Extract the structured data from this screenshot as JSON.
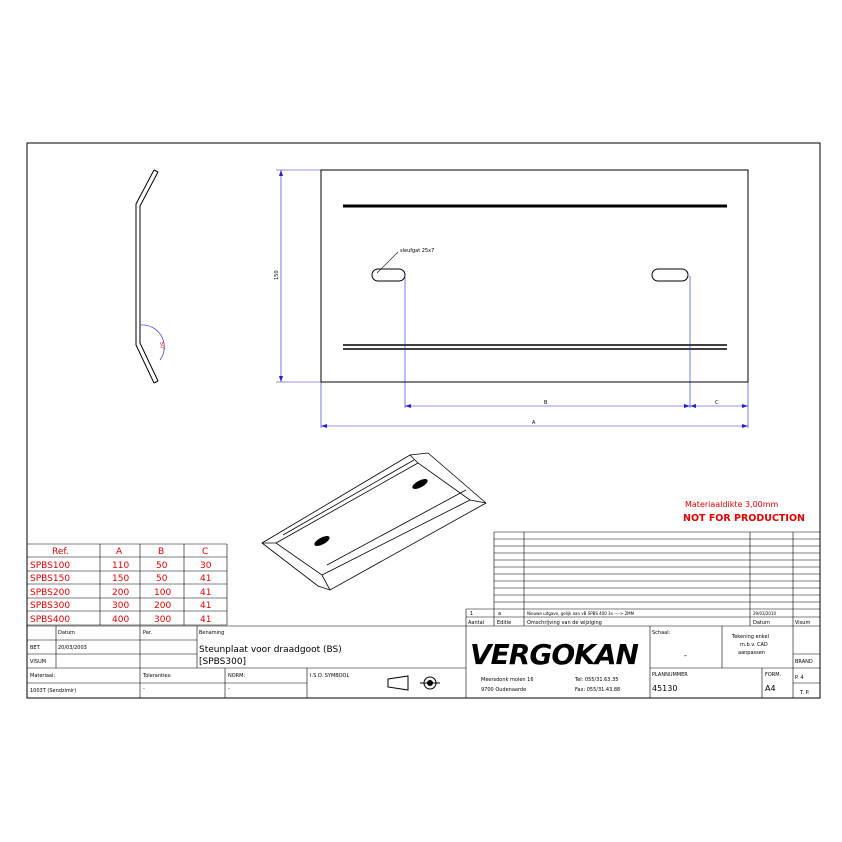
{
  "drawing": {
    "dim_height": "150",
    "dim_a": "A",
    "dim_b": "B",
    "dim_c": "C",
    "angle": "50°",
    "slot_note": "sleufgat 25x7",
    "material_thickness": "Materiaaldikte 3,00mm",
    "not_for_production": "NOT FOR PRODUCTION"
  },
  "ref_table": {
    "headers": [
      "Ref.",
      "A",
      "B",
      "C"
    ],
    "rows": [
      [
        "SPBS100",
        "110",
        "50",
        "30"
      ],
      [
        "SPBS150",
        "150",
        "50",
        "41"
      ],
      [
        "SPBS200",
        "200",
        "100",
        "41"
      ],
      [
        "SPBS300",
        "300",
        "200",
        "41"
      ],
      [
        "SPBS400",
        "400",
        "300",
        "41"
      ]
    ]
  },
  "revision": {
    "row": {
      "aantal": "1",
      "editie": "a",
      "omschrijving": "Nieuwe uitgave, gelijk aan vB SPBS 400 3x ----> 2MM",
      "datum": "29/03/2010",
      "visum": ""
    },
    "headers": {
      "aantal": "Aantal",
      "editie": "Editie",
      "omschrijving": "Omschrijving van de wijziging",
      "datum": "Datum",
      "visum": "Visum"
    }
  },
  "title_block": {
    "datum_label": "Datum",
    "par_label": "Par.",
    "benaming_label": "Benaming",
    "bet_label": "BET.",
    "bet_date": "20/03/2003",
    "visum_label": "VISUM",
    "benaming_line1": "Steunplaat voor draadgoot (BS)",
    "benaming_line2": "[SPBS300]",
    "materiaal_label": "Materiaal:",
    "materiaal_value": "1003T (Sendzimir)",
    "toleranties_label": "Toleranties:",
    "toleranties_value": "-",
    "norm_label": "NORM:",
    "norm_value": "-",
    "iso_label": "I.S.O. SYMBOOL",
    "logo": "VERGOKAN",
    "address1": "Meersdonk molen 16",
    "address2": "9700 Oudenaarde",
    "tel": "Tel: 055/31.63.35",
    "fax": "Fax: 055/31.43.88",
    "schaal_label": "Schaal:",
    "schaal_value": "-",
    "note1": "Tekening enkel",
    "note2": "m.b.v. CAD",
    "note3": "aanpassen",
    "brand_label": "BRAND",
    "plannummer_label": "PLANNUMMER",
    "plannummer_value": "45130",
    "formaat_label": "FORM.",
    "formaat_value": "A4",
    "pages": "P. 4",
    "tp": "T. P."
  }
}
